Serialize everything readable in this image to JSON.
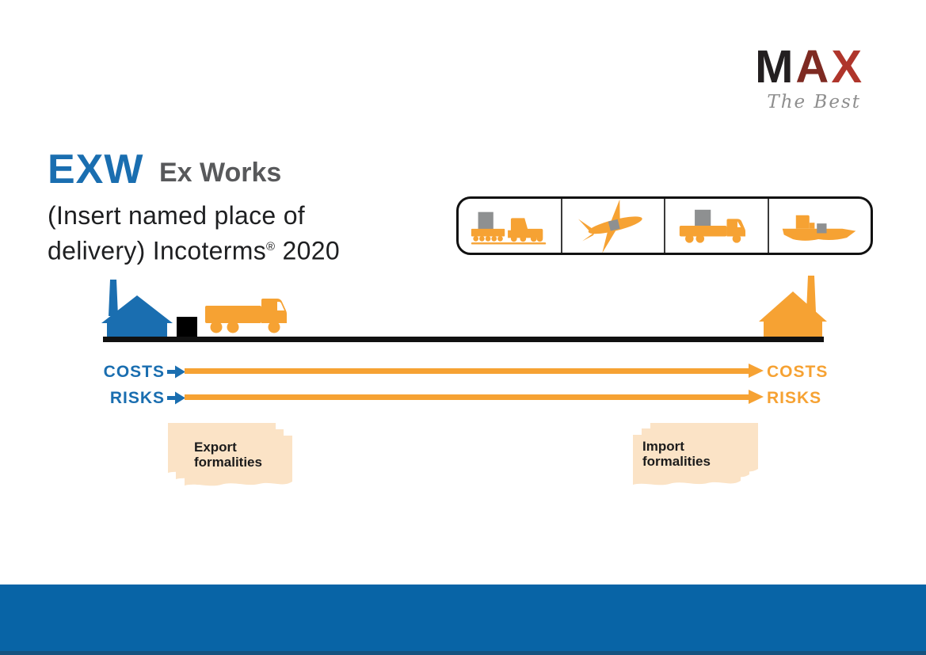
{
  "colors": {
    "accent_blue": "#1A6EB0",
    "footer_blue": "#0864A6",
    "orange": "#F6A233",
    "paper_peach": "#FBE3C6",
    "cargo_gray": "#8E9091",
    "term_name_gray": "#58595B",
    "text_dark": "#1E1F21",
    "logo_black": "#231F20",
    "logo_maroon": "#7E2A22",
    "logo_red": "#AF352B"
  },
  "logo": {
    "letter_m": "M",
    "letter_a": "A",
    "letter_x": "X",
    "tagline": "The Best"
  },
  "header": {
    "term_code": "EXW",
    "term_name": "Ex Works",
    "subtitle_line1": "(Insert named place of",
    "subtitle_line2_pre": "delivery) Incoterms",
    "subtitle_reg": "®",
    "subtitle_line2_post": " 2020"
  },
  "transport_modes": {
    "icons": [
      "train-icon",
      "plane-icon",
      "truck-icon",
      "ship-icon"
    ]
  },
  "scene": {
    "icons": [
      "seller-factory-icon",
      "cargo-box-icon",
      "delivery-truck-icon",
      "buyer-factory-icon"
    ]
  },
  "flow": {
    "rows": [
      {
        "id": "costs",
        "left_label": "COSTS",
        "right_label": "COSTS"
      },
      {
        "id": "risks",
        "left_label": "RISKS",
        "right_label": "RISKS"
      }
    ]
  },
  "formalities": {
    "export": {
      "line1": "Export",
      "line2": "formalities"
    },
    "import": {
      "line1": "Import",
      "line2": "formalities"
    }
  }
}
